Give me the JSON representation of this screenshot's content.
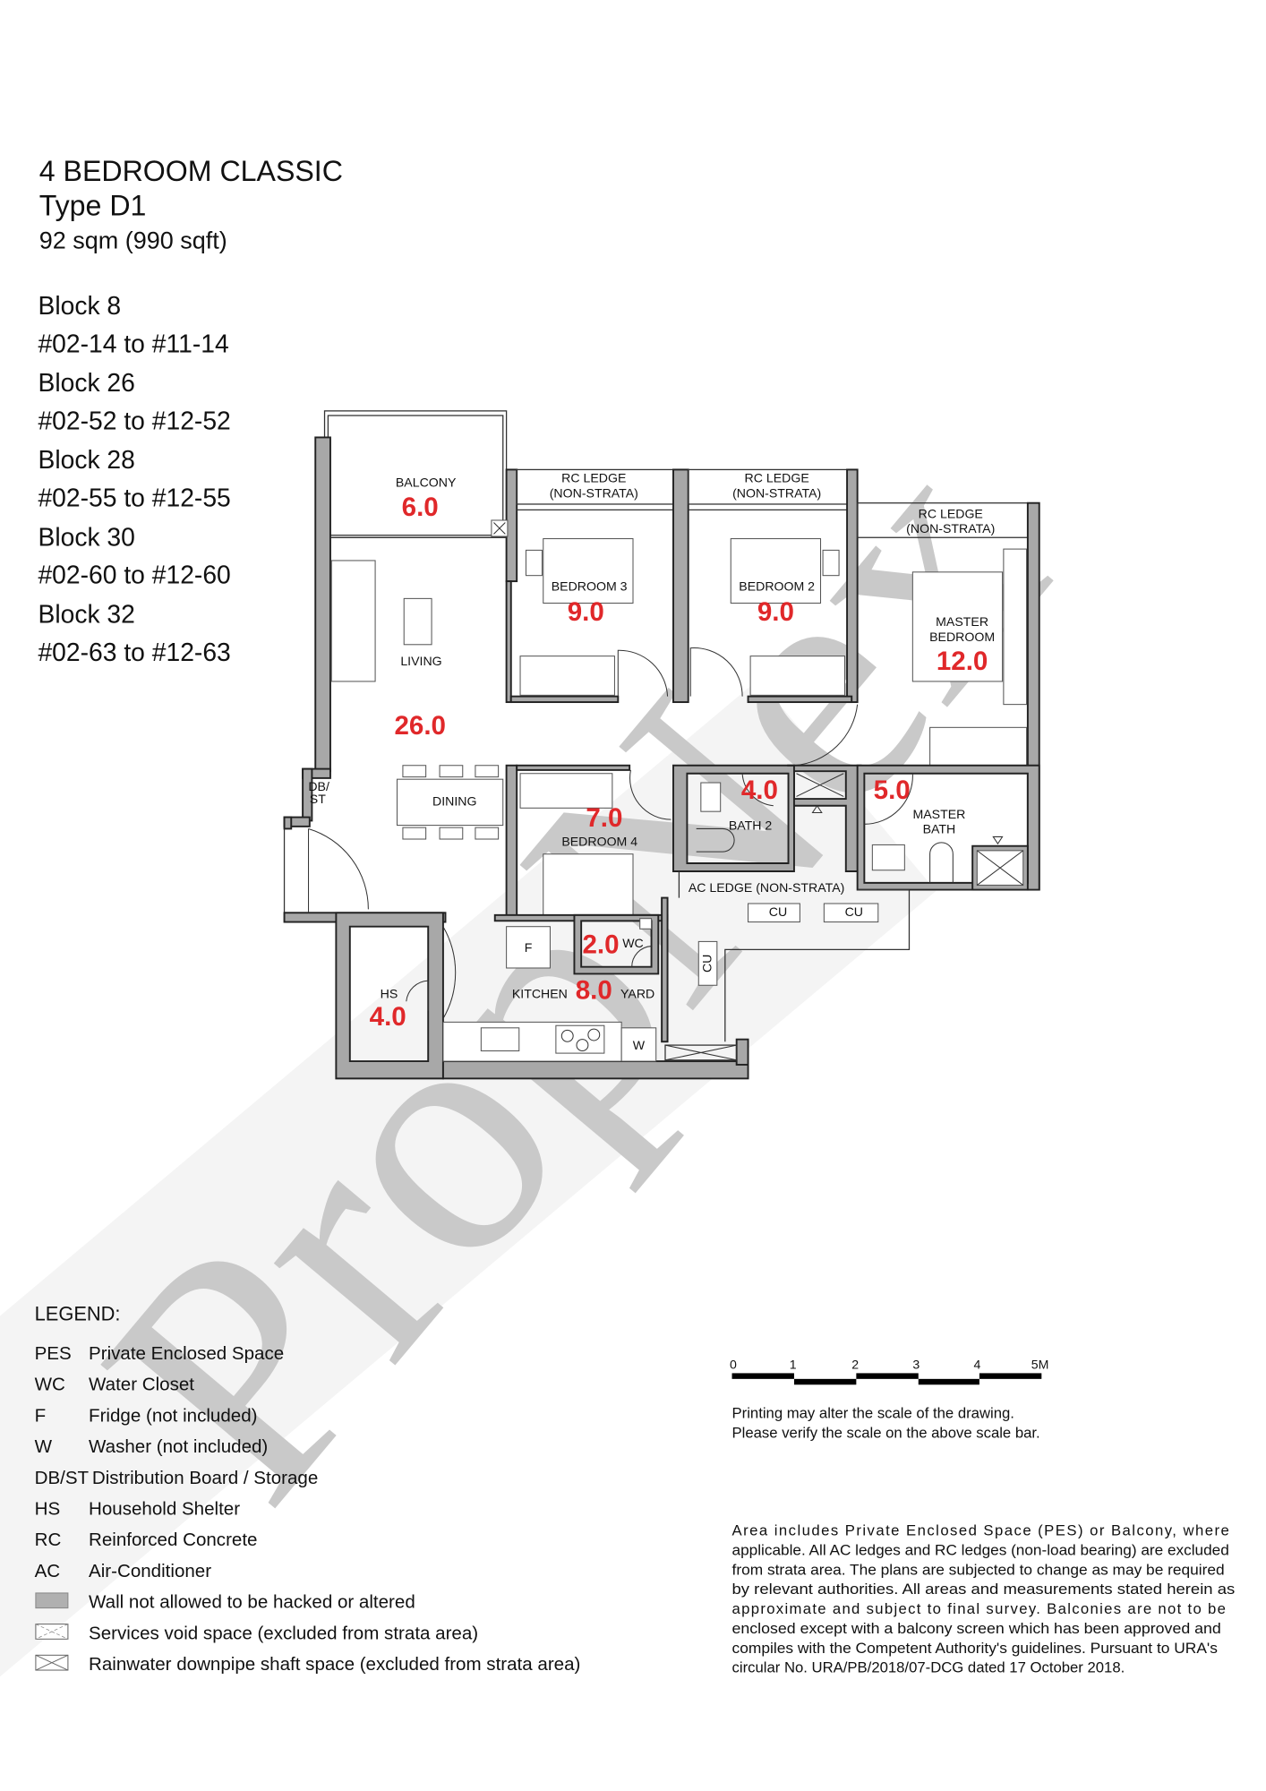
{
  "header": {
    "title": "4 BEDROOM CLASSIC",
    "type": "Type D1",
    "area": "92 sqm (990 sqft)"
  },
  "blocks": [
    {
      "block": "Block 8",
      "units": "#02-14 to #11-14"
    },
    {
      "block": "Block 26",
      "units": "#02-52 to #12-52"
    },
    {
      "block": "Block 28",
      "units": "#02-55 to #12-55"
    },
    {
      "block": "Block 30",
      "units": "#02-60 to #12-60"
    },
    {
      "block": "Block 32",
      "units": "#02-63 to #12-63"
    }
  ],
  "rooms": {
    "balcony": {
      "label": "BALCONY",
      "area": "6.0"
    },
    "living": {
      "label": "LIVING",
      "area": "26.0"
    },
    "dining": {
      "label": "DINING"
    },
    "dbst": {
      "line1": "DB/",
      "line2": "ST"
    },
    "bedroom3": {
      "label": "BEDROOM 3",
      "area": "9.0"
    },
    "bedroom2": {
      "label": "BEDROOM 2",
      "area": "9.0"
    },
    "master_bedroom": {
      "line1": "MASTER",
      "line2": "BEDROOM",
      "area": "12.0"
    },
    "bedroom4": {
      "label": "BEDROOM 4",
      "area": "7.0"
    },
    "bath2": {
      "label": "BATH 2",
      "area": "4.0"
    },
    "master_bath": {
      "line1": "MASTER",
      "line2": "BATH",
      "area": "5.0"
    },
    "hs": {
      "label": "HS",
      "area": "4.0"
    },
    "wc": {
      "label": "WC",
      "area": "2.0"
    },
    "kitchen": {
      "label": "KITCHEN",
      "area": "8.0"
    },
    "yard": {
      "label": "YARD"
    },
    "rc_ledge": {
      "line1": "RC LEDGE",
      "line2": "(NON-STRATA)"
    },
    "ac_ledge": "AC LEDGE (NON-STRATA)",
    "cu": "CU",
    "fridge": "F",
    "washer": "W"
  },
  "watermark": "PropNex",
  "legend": {
    "title": "LEGEND:",
    "items": [
      {
        "abbr": "PES",
        "desc": "Private Enclosed Space"
      },
      {
        "abbr": "WC",
        "desc": "Water Closet"
      },
      {
        "abbr": "F",
        "desc": "Fridge (not included)"
      },
      {
        "abbr": "W",
        "desc": "Washer (not included)"
      },
      {
        "abbr": "DB/ST",
        "desc": "Distribution Board / Storage"
      },
      {
        "abbr": "HS",
        "desc": "Household Shelter"
      },
      {
        "abbr": "RC",
        "desc": "Reinforced Concrete"
      },
      {
        "abbr": "AC",
        "desc": "Air-Conditioner"
      }
    ],
    "symbols": [
      {
        "icon": "wall-swatch",
        "desc": "Wall not allowed to be hacked or altered"
      },
      {
        "icon": "services-void",
        "desc": "Services void space (excluded from strata area)"
      },
      {
        "icon": "rainwater-shaft",
        "desc": "Rainwater downpipe shaft space (excluded from strata area)"
      }
    ]
  },
  "scale": {
    "ticks": [
      "0",
      "1",
      "2",
      "3",
      "4",
      "5M"
    ],
    "note": [
      "Printing may alter the scale of the drawing.",
      "Please verify the scale on the above scale bar."
    ]
  },
  "disclaimer": [
    "Area includes Private Enclosed Space (PES) or Balcony, where",
    "applicable. All AC ledges and RC ledges (non-load bearing) are excluded",
    "from strata area. The plans are subjected to change as may be required",
    "by relevant authorities. All areas and measurements stated herein as",
    "approximate and subject to final survey. Balconies are not to be",
    "enclosed except with a balcony screen which has been approved and",
    "compiles with the Competent Authority's guidelines. Pursuant to URA's",
    "circular No. URA/PB/2018/07-DCG dated 17 October 2018."
  ],
  "colors": {
    "area_red": "#e0282a",
    "wall_gray": "#a8a8a8",
    "watermark": "#c9c9c9"
  }
}
